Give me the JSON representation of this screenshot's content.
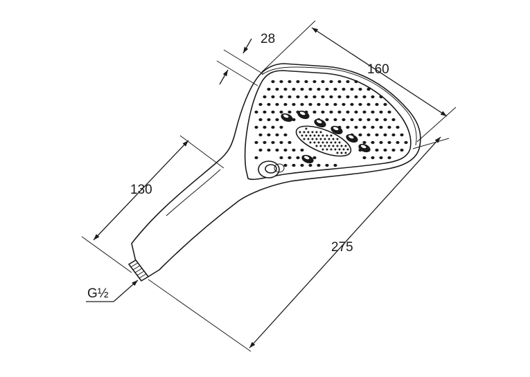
{
  "dimensions": {
    "head_thickness": "28",
    "head_width": "160",
    "handle_length": "130",
    "overall_length": "275",
    "thread": "G½"
  },
  "colors": {
    "ink": "#1a1a1a",
    "background": "#ffffff"
  }
}
